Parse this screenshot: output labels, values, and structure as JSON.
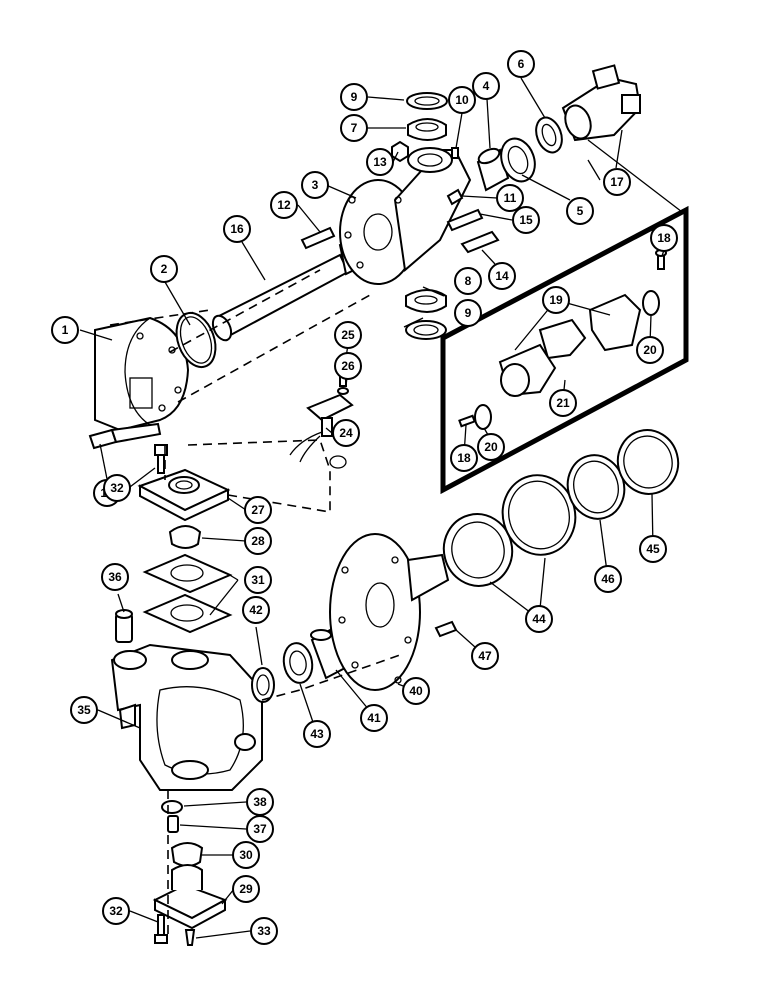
{
  "callouts": [
    {
      "id": "c1",
      "label": "1"
    },
    {
      "id": "c2",
      "label": "2"
    },
    {
      "id": "c3",
      "label": "3"
    },
    {
      "id": "c4",
      "label": "4"
    },
    {
      "id": "c5",
      "label": "5"
    },
    {
      "id": "c6",
      "label": "6"
    },
    {
      "id": "c7",
      "label": "7"
    },
    {
      "id": "c8",
      "label": "8"
    },
    {
      "id": "c9a",
      "label": "9"
    },
    {
      "id": "c9b",
      "label": "9"
    },
    {
      "id": "c10",
      "label": "10"
    },
    {
      "id": "c11",
      "label": "11"
    },
    {
      "id": "c12",
      "label": "12"
    },
    {
      "id": "c13",
      "label": "13"
    },
    {
      "id": "c14",
      "label": "14"
    },
    {
      "id": "c15a",
      "label": "15"
    },
    {
      "id": "c15b",
      "label": "15"
    },
    {
      "id": "c16",
      "label": "16"
    },
    {
      "id": "c17",
      "label": "17"
    },
    {
      "id": "c18a",
      "label": "18"
    },
    {
      "id": "c18b",
      "label": "18"
    },
    {
      "id": "c19",
      "label": "19"
    },
    {
      "id": "c20a",
      "label": "20"
    },
    {
      "id": "c20b",
      "label": "20"
    },
    {
      "id": "c21",
      "label": "21"
    },
    {
      "id": "c24",
      "label": "24"
    },
    {
      "id": "c25",
      "label": "25"
    },
    {
      "id": "c26",
      "label": "26"
    },
    {
      "id": "c27",
      "label": "27"
    },
    {
      "id": "c28",
      "label": "28"
    },
    {
      "id": "c29",
      "label": "29"
    },
    {
      "id": "c30",
      "label": "30"
    },
    {
      "id": "c31",
      "label": "31"
    },
    {
      "id": "c32a",
      "label": "32"
    },
    {
      "id": "c32b",
      "label": "32"
    },
    {
      "id": "c33",
      "label": "33"
    },
    {
      "id": "c35",
      "label": "35"
    },
    {
      "id": "c36",
      "label": "36"
    },
    {
      "id": "c37",
      "label": "37"
    },
    {
      "id": "c38",
      "label": "38"
    },
    {
      "id": "c40",
      "label": "40"
    },
    {
      "id": "c41",
      "label": "41"
    },
    {
      "id": "c42",
      "label": "42"
    },
    {
      "id": "c43",
      "label": "43"
    },
    {
      "id": "c44",
      "label": "44"
    },
    {
      "id": "c45",
      "label": "45"
    },
    {
      "id": "c46",
      "label": "46"
    },
    {
      "id": "c47",
      "label": "47"
    }
  ]
}
